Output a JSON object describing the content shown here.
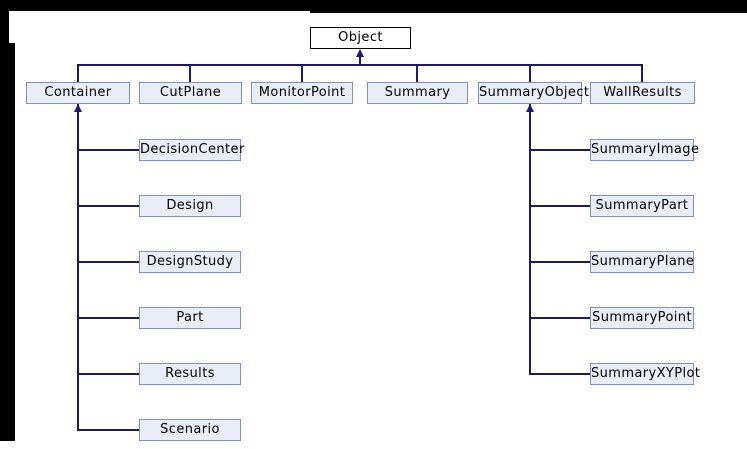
{
  "hierarchy": {
    "root": "Object",
    "level1": [
      "Container",
      "CutPlane",
      "MonitorPoint",
      "Summary",
      "SummaryObject",
      "WallResults"
    ],
    "container_children": [
      "DecisionCenter",
      "Design",
      "DesignStudy",
      "Part",
      "Results",
      "Scenario"
    ],
    "summary_object_children": [
      "SummaryImage",
      "SummaryPart",
      "SummaryPlane",
      "SummaryPoint",
      "SummaryXYPlot"
    ]
  },
  "colors": {
    "edge": "#191970",
    "node_fill": "#e8edf7",
    "node_border": "#7d92c4",
    "root_fill": "#ffffff",
    "root_border": "#000000",
    "frame": "#000000",
    "background": "#ffffff"
  }
}
